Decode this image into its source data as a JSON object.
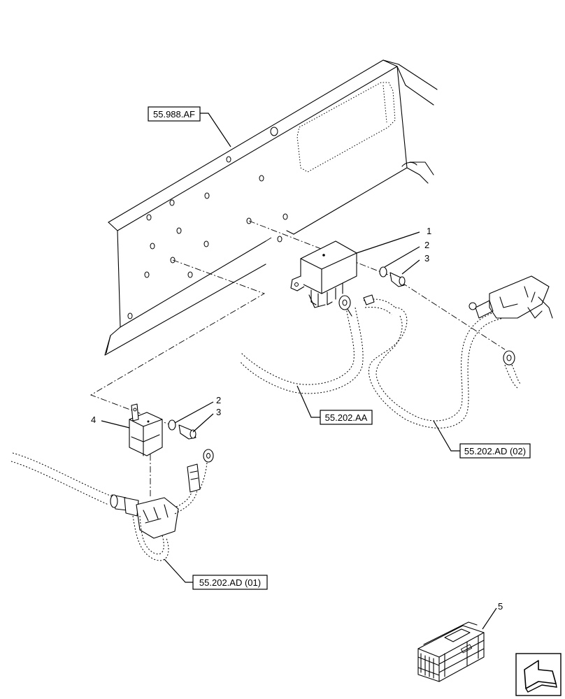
{
  "references": {
    "panel": "55.988.AF",
    "harness_aa": "55.202.AA",
    "harness_ad_02": "55.202.AD (02)",
    "harness_ad_01": "55.202.AD (01)"
  },
  "item_numbers": {
    "relay_upper": "1",
    "washer_upper": "2",
    "bolt_upper": "3",
    "washer_lower": "2",
    "bolt_lower": "3",
    "relay_lower": "4",
    "kit_box": "5"
  }
}
